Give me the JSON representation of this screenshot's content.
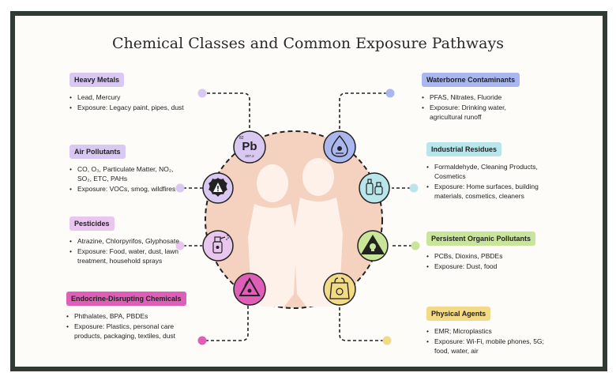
{
  "title": "Chemical Classes and Common Exposure Pathways",
  "classes": [
    {
      "name": "Heavy Metals",
      "color": "#d9c8f2",
      "items": [
        "Lead, Mercury",
        "Exposure: Legacy paint, pipes, dust"
      ]
    },
    {
      "name": "Air Pollutants",
      "color": "#d9c8f2",
      "items": [
        "CO, O₃, Particulate Matter, NO₂, SO₂, ETC, PAHs",
        "Exposure: VOCs, smog, wildfires"
      ]
    },
    {
      "name": "Pesticides",
      "color": "#e9c6ee",
      "items": [
        "Atrazine, Chlorpyrifos, Glyphosate",
        "Exposure: Food, water, dust, lawn treatment, household sprays"
      ]
    },
    {
      "name": "Endocrine-Disrupting Chemicals",
      "color": "#df5fb8",
      "items": [
        "Phthalates, BPA, PBDEs",
        "Exposure: Plastics, personal care products, packaging, textiles, dust"
      ]
    },
    {
      "name": "Waterborne Contaminants",
      "color": "#a9b7ee",
      "items": [
        "PFAS, Nitrates, Fluoride",
        "Exposure: Drinking water, agricultural runoff"
      ]
    },
    {
      "name": "Industrial Residues",
      "color": "#b9e6ea",
      "items": [
        "Formaldehyde, Cleaning Products, Cosmetics",
        "Exposure: Home surfaces, building materials, cosmetics, cleaners"
      ]
    },
    {
      "name": "Persistent Organic Pollutants",
      "color": "#c9e59a",
      "items": [
        "PCBs, Dioxins, PBDEs",
        "Exposure: Dust, food"
      ]
    },
    {
      "name": "Physical Agents",
      "color": "#f3da86",
      "items": [
        "EMR; Microplastics",
        "Exposure: Wi-Fi, mobile phones, 5G; food, water, air"
      ]
    }
  ],
  "lead_symbol": {
    "number": "82",
    "symbol": "Pb",
    "mass": "207.2"
  },
  "icons": [
    "lead-element-icon",
    "hazard-warning-icon",
    "spray-bottle-icon",
    "recycle-triangle-icon",
    "water-droplet-toxic-icon",
    "cleaning-bottles-icon",
    "skull-hazard-icon",
    "plastic-bag-icon"
  ],
  "colors": {
    "frame": "#2f3b33",
    "circle": "#f5d1c0",
    "silhouette": "#fdf1ea"
  }
}
